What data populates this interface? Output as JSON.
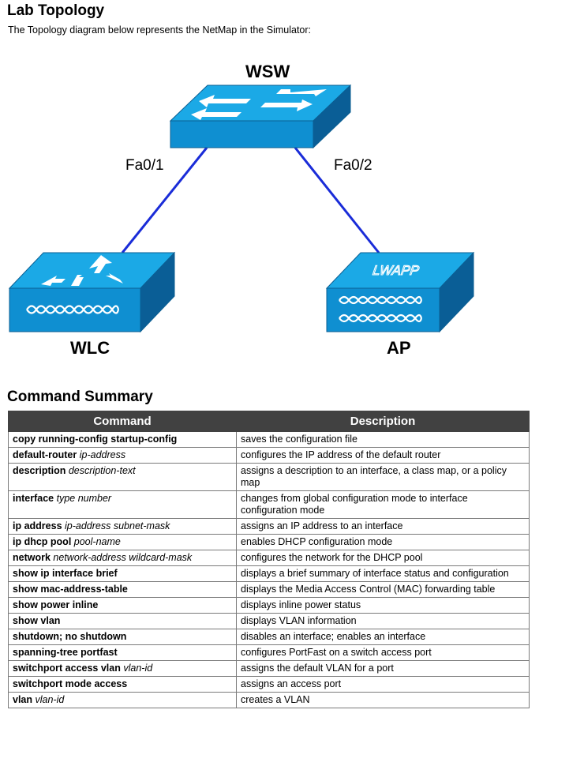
{
  "topology": {
    "heading": "Lab Topology",
    "intro": "The Topology diagram below represents the NetMap in the Simulator:",
    "devices": {
      "switch": "WSW",
      "controller": "WLC",
      "access_point": "AP"
    },
    "links": {
      "left_port": "Fa0/1",
      "right_port": "Fa0/2"
    },
    "ap_logo_text": "LWAPP",
    "colors": {
      "device_top": "#1ba9e6",
      "device_front": "#0f8fd1",
      "device_side": "#0a5e96",
      "link": "#1a2cd8"
    }
  },
  "summary": {
    "heading": "Command Summary",
    "columns": [
      "Command",
      "Description"
    ],
    "rows": [
      {
        "cmd": "copy running-config startup-config",
        "arg": "",
        "desc": "saves the configuration file"
      },
      {
        "cmd": "default-router",
        "arg": "ip-address",
        "desc": "configures the IP address of the default router"
      },
      {
        "cmd": "description",
        "arg": "description-text",
        "desc": "assigns a description to an interface, a class map, or a policy map"
      },
      {
        "cmd": "interface",
        "arg": "type number",
        "desc": "changes from global configuration mode to interface configuration mode"
      },
      {
        "cmd": "ip address",
        "arg": "ip-address subnet-mask",
        "desc": "assigns an IP address to an interface"
      },
      {
        "cmd": "ip dhcp pool",
        "arg": "pool-name",
        "desc": "enables DHCP configuration mode"
      },
      {
        "cmd": "network",
        "arg": "network-address wildcard-mask",
        "desc": "configures the network for the DHCP pool"
      },
      {
        "cmd": "show ip interface brief",
        "arg": "",
        "desc": "displays a brief summary of interface status and configuration"
      },
      {
        "cmd": "show mac-address-table",
        "arg": "",
        "desc": "displays the Media Access Control (MAC) forwarding table"
      },
      {
        "cmd": "show power inline",
        "arg": "",
        "desc": "displays inline power status"
      },
      {
        "cmd": "show vlan",
        "arg": "",
        "desc": "displays VLAN information"
      },
      {
        "cmd": "shutdown; no shutdown",
        "arg": "",
        "desc": "disables an interface; enables an interface"
      },
      {
        "cmd": "spanning-tree portfast",
        "arg": "",
        "desc": "configures PortFast on a switch access port"
      },
      {
        "cmd": "switchport access vlan",
        "arg": "vlan-id",
        "desc": "assigns the default VLAN for a port"
      },
      {
        "cmd": "switchport mode access",
        "arg": "",
        "desc": "assigns an access port"
      },
      {
        "cmd": "vlan",
        "arg": "vlan-id",
        "desc": "creates a VLAN"
      }
    ]
  }
}
